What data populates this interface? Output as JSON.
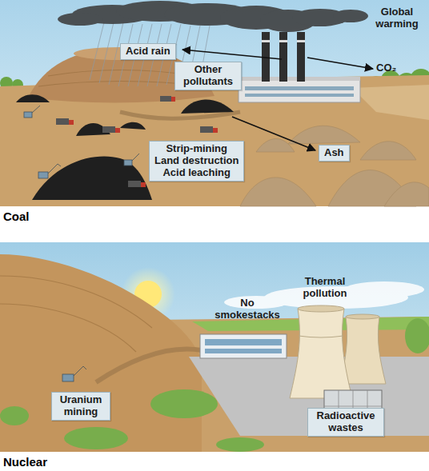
{
  "diagram": {
    "nodes": [
      {
        "text": [
          "Acid rain"
        ]
      },
      {
        "text": [
          "Other pollutants"
        ]
      },
      {
        "text": [
          "Strip-mining",
          "Land destruction",
          "Acid leaching"
        ]
      },
      {
        "text": [
          "Ash"
        ]
      },
      {
        "text": [
          "Uranium mining"
        ]
      },
      {
        "text": [
          "Radioactive wastes"
        ]
      }
    ],
    "labels": [
      "Global warming",
      "CO₂",
      "Coal",
      "No smokestacks",
      "Thermal pollution",
      "Nuclear"
    ]
  }
}
